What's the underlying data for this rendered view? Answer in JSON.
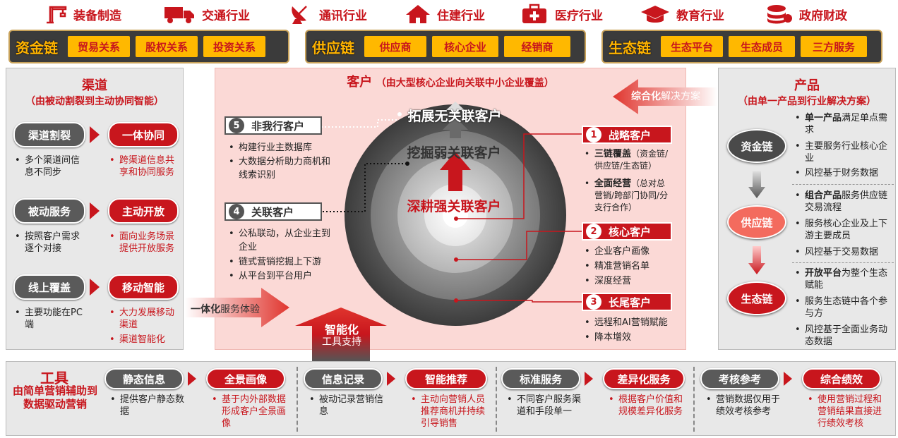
{
  "industries": [
    "装备制造",
    "交通行业",
    "通讯行业",
    "住建行业",
    "医疗行业",
    "教育行业",
    "政府财政"
  ],
  "chains": [
    {
      "title": "资金链",
      "items": [
        "贸易关系",
        "股权关系",
        "投资关系"
      ]
    },
    {
      "title": "供应链",
      "items": [
        "供应商",
        "核心企业",
        "经销商"
      ]
    },
    {
      "title": "生态链",
      "items": [
        "生态平台",
        "生态成员",
        "三方服务"
      ]
    }
  ],
  "channel": {
    "title": "渠道",
    "subtitle": "（由被动割裂到主动协同智能）",
    "rows": [
      {
        "from": "渠道割裂",
        "to": "一体协同",
        "left_bullets": [
          "多个渠道间信息不同步"
        ],
        "right_bullets": [
          "跨渠道信息共享和协同服务"
        ]
      },
      {
        "from": "被动服务",
        "to": "主动开放",
        "left_bullets": [
          "按照客户需求逐个对接"
        ],
        "right_bullets": [
          "面向业务场景提供开放服务"
        ]
      },
      {
        "from": "线上覆盖",
        "to": "移动智能",
        "left_bullets": [
          "主要功能在PC端"
        ],
        "right_bullets": [
          "大力发展移动渠道",
          "渠道智能化"
        ]
      }
    ]
  },
  "customer": {
    "title": "客户",
    "subtitle": "（由大型核心企业向关联中小企业覆盖）",
    "rings": [
      "拓展无关联客户",
      "挖掘弱关联客户",
      "深耕强关联客户"
    ],
    "left_tags": [
      {
        "num": "5",
        "label": "非我行客户",
        "bullets": [
          "构建行业主数据库",
          "大数据分析助力商机和线索识别"
        ]
      },
      {
        "num": "4",
        "label": "关联客户",
        "bullets": [
          "公私联动，从企业主到企业",
          "链式营销挖掘上下游",
          "从平台到平台用户"
        ]
      }
    ],
    "right_tags": [
      {
        "num": "1",
        "label": "战略客户",
        "bullets": [
          {
            "bold": "三链覆盖",
            "rest": "（资金链/供应链/生态链）"
          },
          {
            "bold": "全面经营",
            "rest": "（总对总营销/跨部门协同/分支行合作）"
          }
        ]
      },
      {
        "num": "2",
        "label": "核心客户",
        "bullets": [
          {
            "bold": "",
            "rest": "企业客户画像"
          },
          {
            "bold": "",
            "rest": "精准营销名单"
          },
          {
            "bold": "",
            "rest": "深度经营"
          }
        ]
      },
      {
        "num": "3",
        "label": "长尾客户",
        "bullets": [
          {
            "bold": "",
            "rest": "远程和AI营销赋能"
          },
          {
            "bold": "",
            "rest": "降本增效"
          }
        ]
      }
    ],
    "arrow_left": {
      "bold": "一体化",
      "rest": "服务体验"
    },
    "arrow_right": {
      "bold": "综合化",
      "rest": "解决方案"
    },
    "arrow_up": {
      "line1": "智能化",
      "line2": "工具支持"
    }
  },
  "product": {
    "title": "产品",
    "subtitle": "（由单一产品到行业解决方案）",
    "stages": [
      {
        "label": "资金链",
        "bullets": [
          {
            "bold": "单一产品",
            "rest": "满足单点需求"
          },
          {
            "bold": "",
            "rest": "主要服务行业核心企业"
          },
          {
            "bold": "",
            "rest": "风控基于财务数据"
          }
        ]
      },
      {
        "label": "供应链",
        "bullets": [
          {
            "bold": "组合产品",
            "rest": "服务供应链交易流程"
          },
          {
            "bold": "",
            "rest": "服务核心企业及上下游主要成员"
          },
          {
            "bold": "",
            "rest": "风控基于交易数据"
          }
        ]
      },
      {
        "label": "生态链",
        "bullets": [
          {
            "bold": "开放平台",
            "rest": "为整个生态赋能"
          },
          {
            "bold": "",
            "rest": "服务生态链中各个参与方"
          },
          {
            "bold": "",
            "rest": "风控基于全面业务动态数据"
          }
        ]
      }
    ]
  },
  "tools": {
    "title": "工具",
    "subtitle": "由简单营销辅助到数据驱动营销",
    "pairs": [
      {
        "from": "静态信息",
        "to": "全景画像",
        "left": "提供客户静态数据",
        "right": "基于内外部数据形成客户全景画像"
      },
      {
        "from": "信息记录",
        "to": "智能推荐",
        "left": "被动记录营销信息",
        "right": "主动向营销人员推荐商机并持续引导销售"
      },
      {
        "from": "标准服务",
        "to": "差异化服务",
        "left": "不同客户服务渠道和手段单一",
        "right": "根据客户价值和规模差异化服务"
      },
      {
        "from": "考核参考",
        "to": "综合绩效",
        "left": "营销数据仅用于绩效考核参考",
        "right": "使用营销过程和营销结果直接进行绩效考核"
      }
    ]
  }
}
